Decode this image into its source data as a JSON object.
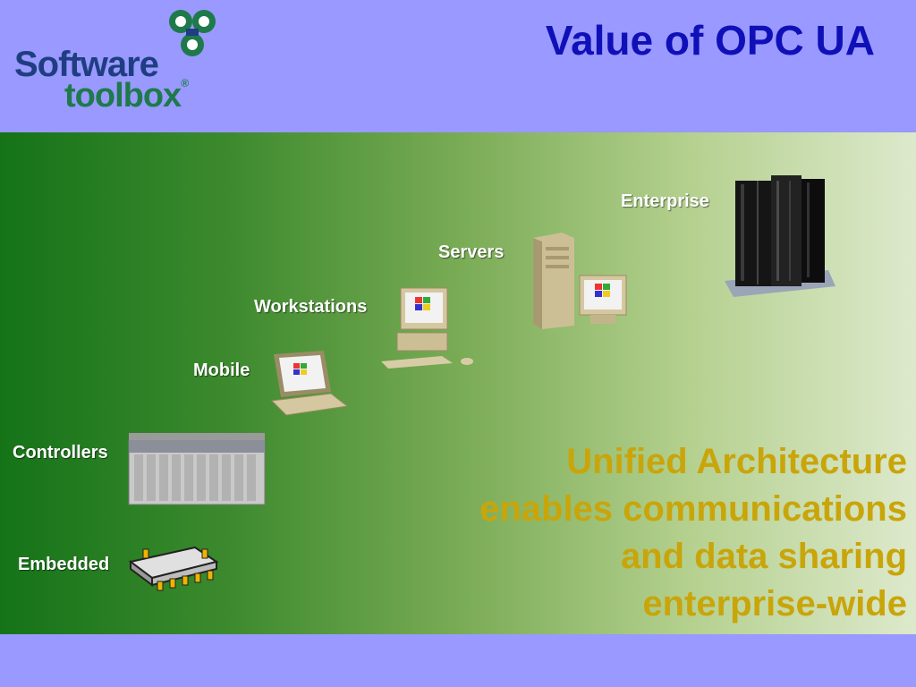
{
  "logo": {
    "line1": "Software",
    "line2": "toolbox",
    "reg": "®"
  },
  "title": "Value of OPC UA",
  "tiers": {
    "enterprise": "Enterprise",
    "servers": "Servers",
    "workstations": "Workstations",
    "mobile": "Mobile",
    "controllers": "Controllers",
    "embedded": "Embedded"
  },
  "statement": {
    "line1": "Unified Architecture",
    "line2": "enables communications",
    "line3": "and data sharing",
    "line4": "enterprise-wide"
  },
  "colors": {
    "background": "#9999ff",
    "title": "#1010b8",
    "statement": "#c9a50a",
    "gradient_start": "#157318",
    "gradient_end": "#dde9cc"
  }
}
